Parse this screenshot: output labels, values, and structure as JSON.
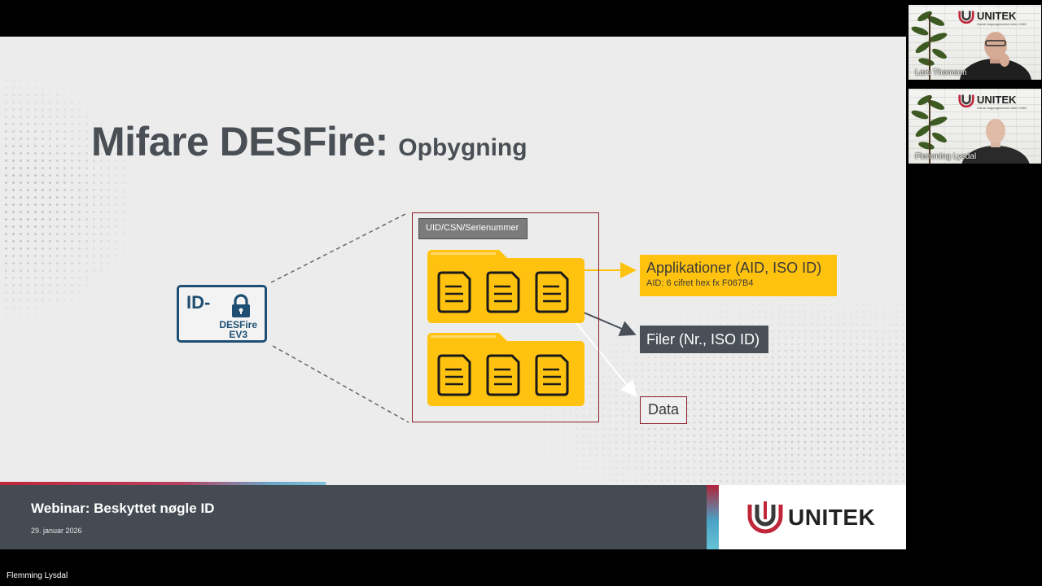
{
  "slide": {
    "title_main": "Mifare DESFire:",
    "title_sub": "Opbygning",
    "badge": {
      "id_text": "ID-",
      "line1": "DESFire",
      "line2": "EV3"
    },
    "uid_label": "UID/CSN/Serienummer",
    "applikationer": {
      "title": "Applikationer (AID, ISO ID)",
      "note": "AID: 6 cifret hex fx F067B4"
    },
    "filer": "Filer (Nr., ISO ID)",
    "data": "Data",
    "colors": {
      "accent_yellow": "#ffc20e",
      "frame_red": "#8c1c2c",
      "badge_blue": "#1e4f72",
      "dark_box": "#4a5058"
    }
  },
  "footer": {
    "title": "Webinar: Beskyttet nøgle ID",
    "date": "29. januar 2026",
    "logo_text": "UNITEK"
  },
  "participants": [
    {
      "name": "Lars Thomsen",
      "logo_text": "UNITEK",
      "logo_tag": "Dansk Adgangskontrol siden 1985"
    },
    {
      "name": "Flemming Lysdal",
      "logo_text": "UNITEK",
      "logo_tag": "Dansk Adgangskontrol siden 1985"
    }
  ],
  "active_speaker": "Flemming Lysdal"
}
